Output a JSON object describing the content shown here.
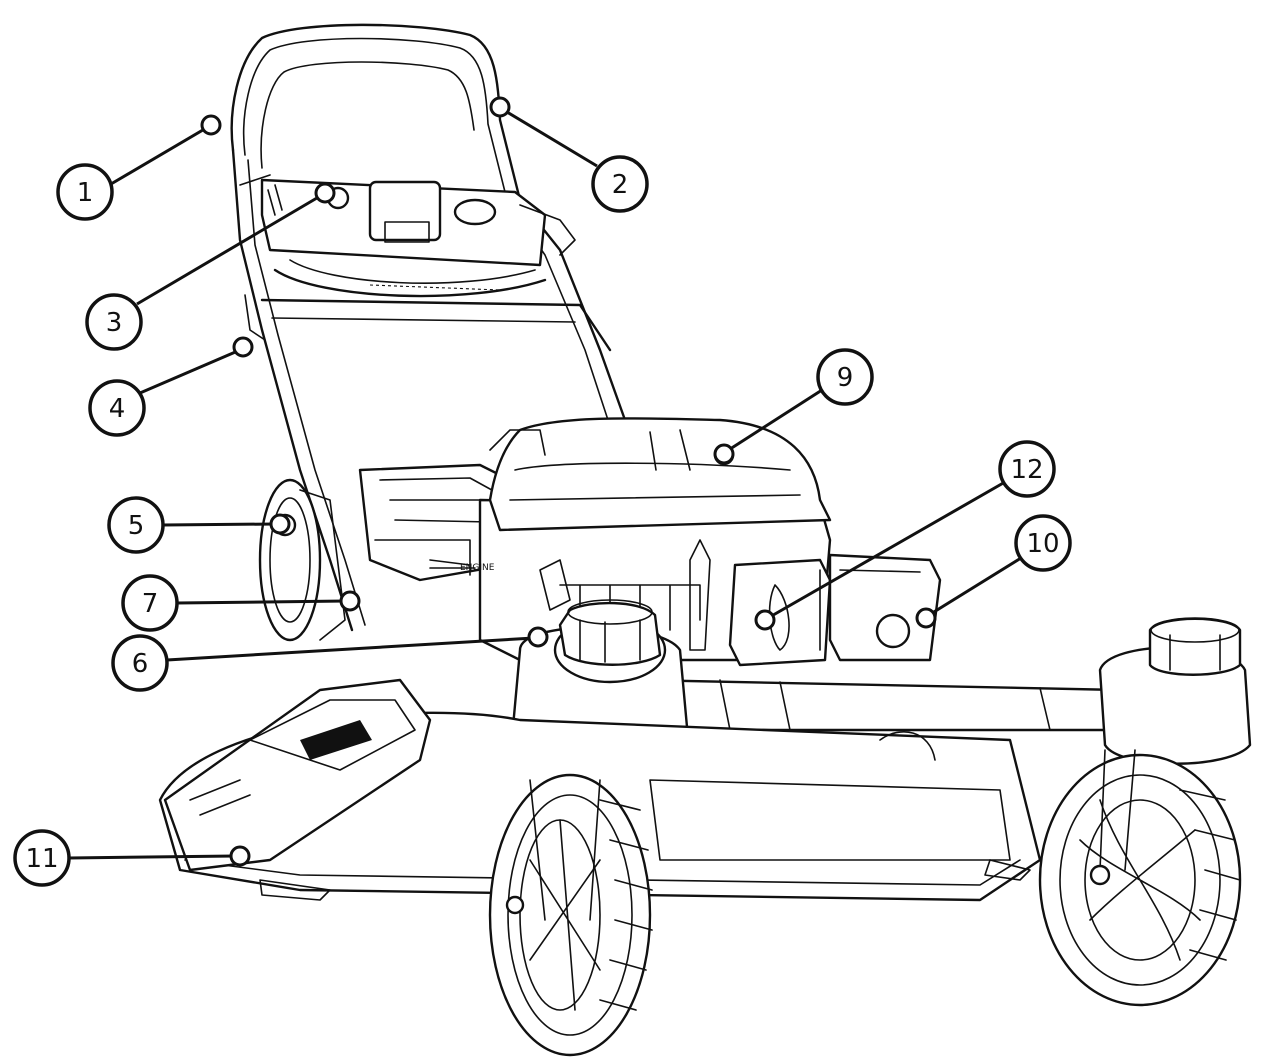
{
  "callouts": [
    {
      "id": "1",
      "label": "1"
    },
    {
      "id": "2",
      "label": "2"
    },
    {
      "id": "3",
      "label": "3"
    },
    {
      "id": "4",
      "label": "4"
    },
    {
      "id": "5",
      "label": "5"
    },
    {
      "id": "6",
      "label": "6"
    },
    {
      "id": "7",
      "label": "7"
    },
    {
      "id": "9",
      "label": "9"
    },
    {
      "id": "10",
      "label": "10"
    },
    {
      "id": "11",
      "label": "11"
    },
    {
      "id": "12",
      "label": "12"
    }
  ],
  "engine_label": "ENGINE",
  "colors": {
    "line": "#111111",
    "background": "#ffffff"
  },
  "illustration": "lawn-mower-line-drawing"
}
